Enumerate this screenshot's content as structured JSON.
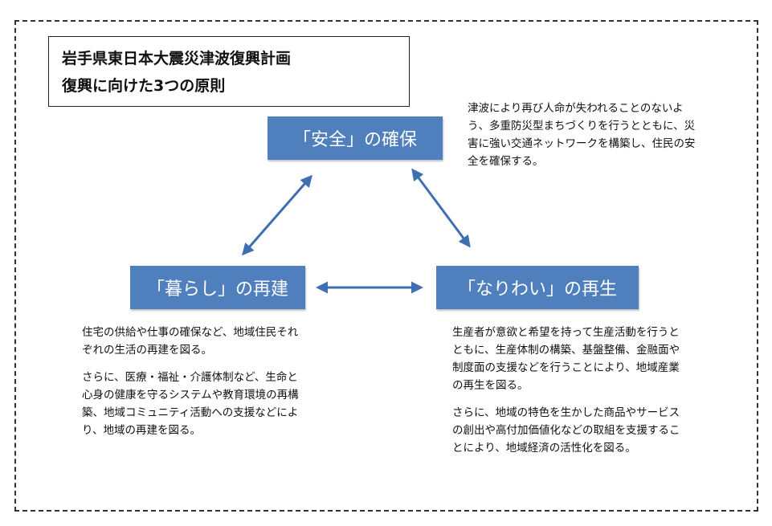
{
  "title": {
    "line1": "岩手県東日本大震災津波復興計画",
    "line2": "復興に向けた3つの原則"
  },
  "nodes": {
    "safety": "「安全」の確保",
    "living": "「暮らし」の再建",
    "industry": "「なりわい」の再生"
  },
  "descriptions": {
    "safety": [
      "津波により再び人命が失われることのないよう、多重防災型まちづくりを行うとともに、災害に強い交通ネットワークを構築し、住民の安全を確保する。"
    ],
    "living": [
      "住宅の供給や仕事の確保など、地域住民それぞれの生活の再建を図る。",
      "さらに、医療・福祉・介護体制など、生命と心身の健康を守るシステムや教育環境の再構築、地域コミュニティ活動への支援などにより、地域の再建を図る。"
    ],
    "industry": [
      "生産者が意欲と希望を持って生産活動を行うとともに、生産体制の構築、基盤整備、金融面や制度面の支援などを行うことにより、地域産業の再生を図る。",
      "さらに、地域の特色を生かした商品やサービスの創出や高付加価値化などの取組を支援することにより、地域経済の活性化を図る。"
    ]
  },
  "colors": {
    "node_fill": "#4f7fbd",
    "arrow": "#3f6fb0"
  }
}
